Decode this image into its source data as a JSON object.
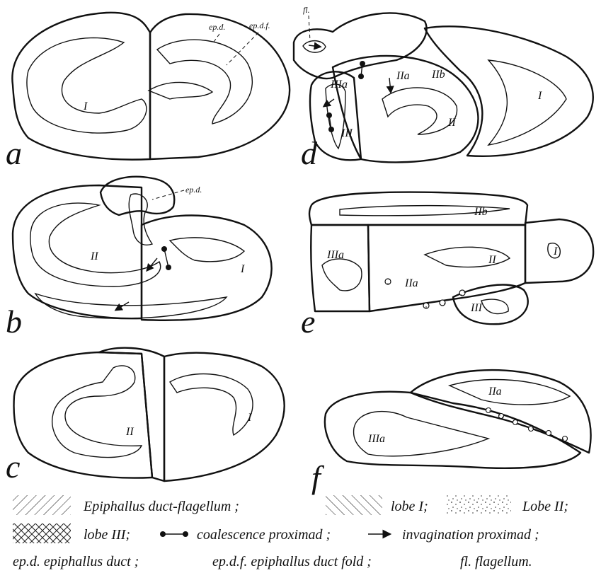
{
  "panels": [
    "a",
    "b",
    "c",
    "d",
    "e",
    "f"
  ],
  "labels": {
    "epd": "ep.d.",
    "epdf": "ep.d.f.",
    "fl": "fl.",
    "I": "I",
    "II": "II",
    "IIa": "IIa",
    "IIb": "IIb",
    "III": "III",
    "IIIa": "IIIa"
  },
  "legend": {
    "epiphallus_duct_flagellum": "Epiphallus duct-flagellum ;",
    "lobe_I": "lobe I;",
    "lobe_II": "Lobe II;",
    "lobe_III": "lobe III;",
    "coalescence": "coalescence proximad ;",
    "invagination": "invagination proximad ;",
    "abbrev_epd": "ep.d. epiphallus duct ;",
    "abbrev_epdf": "ep.d.f. epiphallus duct fold ;",
    "abbrev_fl": "fl. flagellum."
  }
}
